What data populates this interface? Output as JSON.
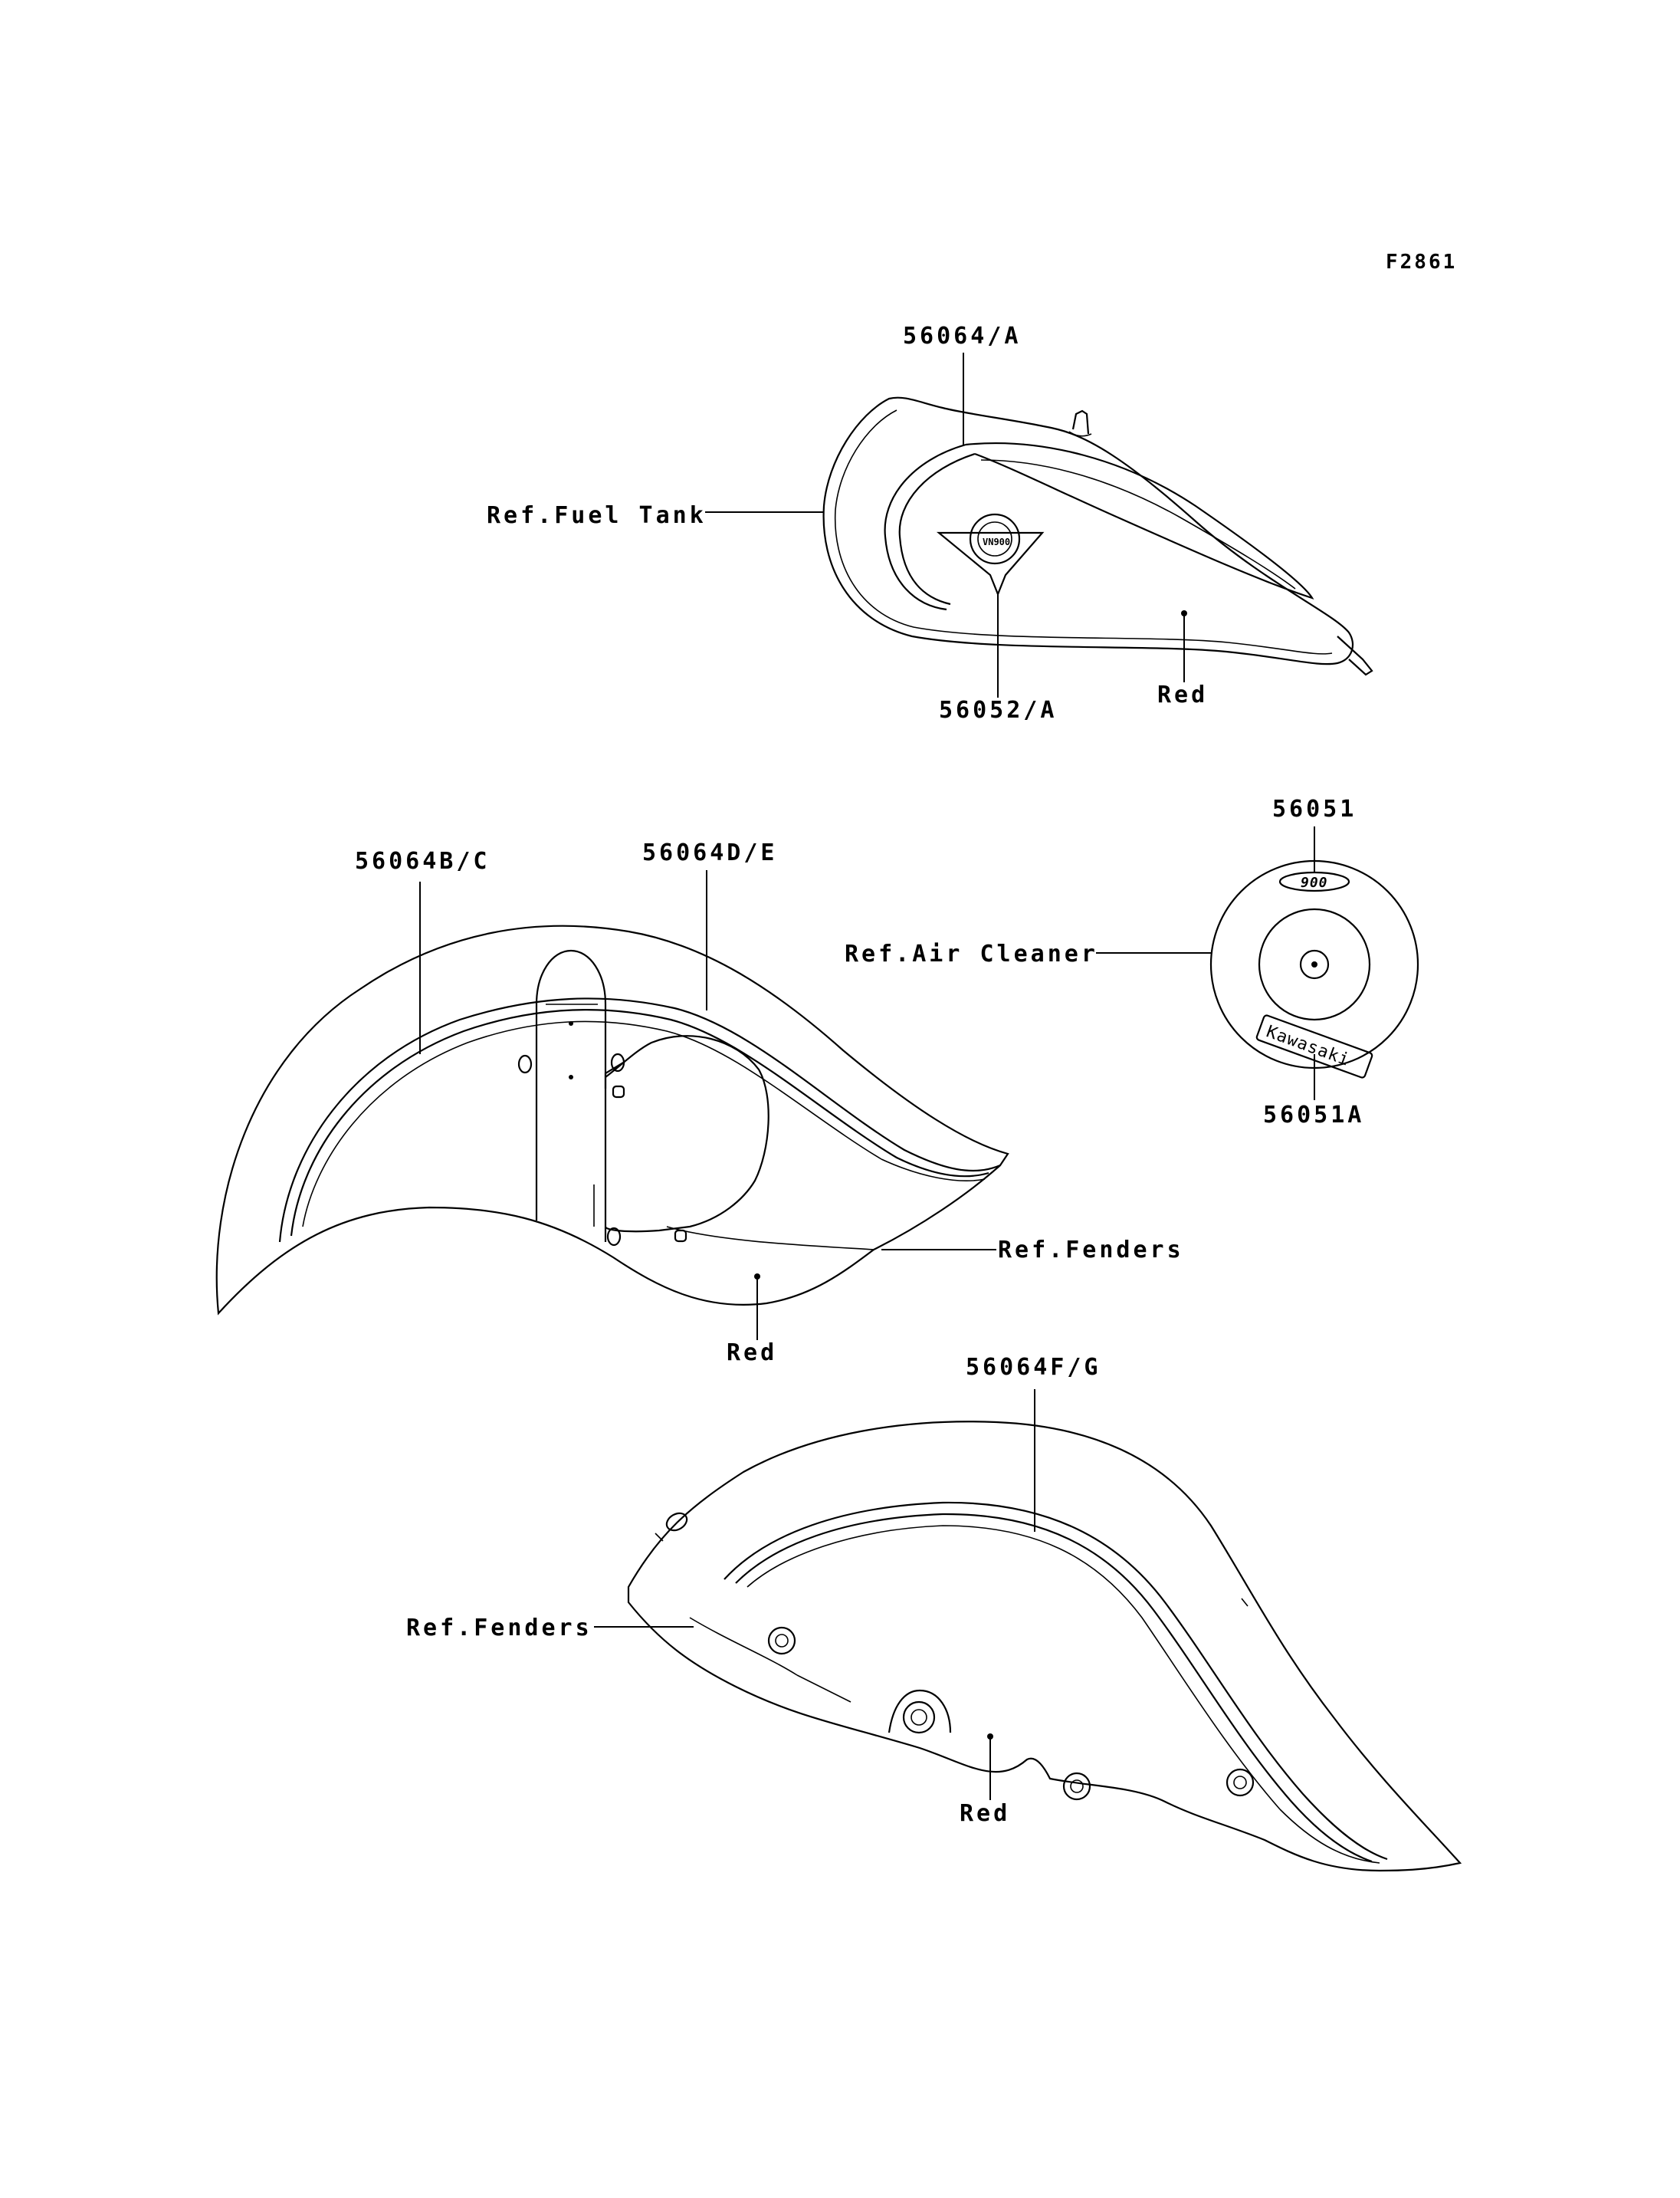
{
  "figure_code": "F2861",
  "fuel_tank": {
    "ref_label": "Ref.Fuel Tank",
    "stripe_part": "56064/A",
    "emblem_part": "56052/A",
    "color_label": "Red",
    "emblem_text": "VN900"
  },
  "air_cleaner": {
    "ref_label": "Ref.Air Cleaner",
    "top_part": "56051",
    "bottom_part": "56051A",
    "top_emblem_text": "900",
    "bottom_emblem_text": "Kawasaki"
  },
  "front_fender": {
    "ref_label": "Ref.Fenders",
    "stripe_part_left": "56064B/C",
    "stripe_part_right": "56064D/E",
    "color_label": "Red"
  },
  "rear_fender": {
    "ref_label": "Ref.Fenders",
    "stripe_part": "56064F/G",
    "color_label": "Red"
  }
}
